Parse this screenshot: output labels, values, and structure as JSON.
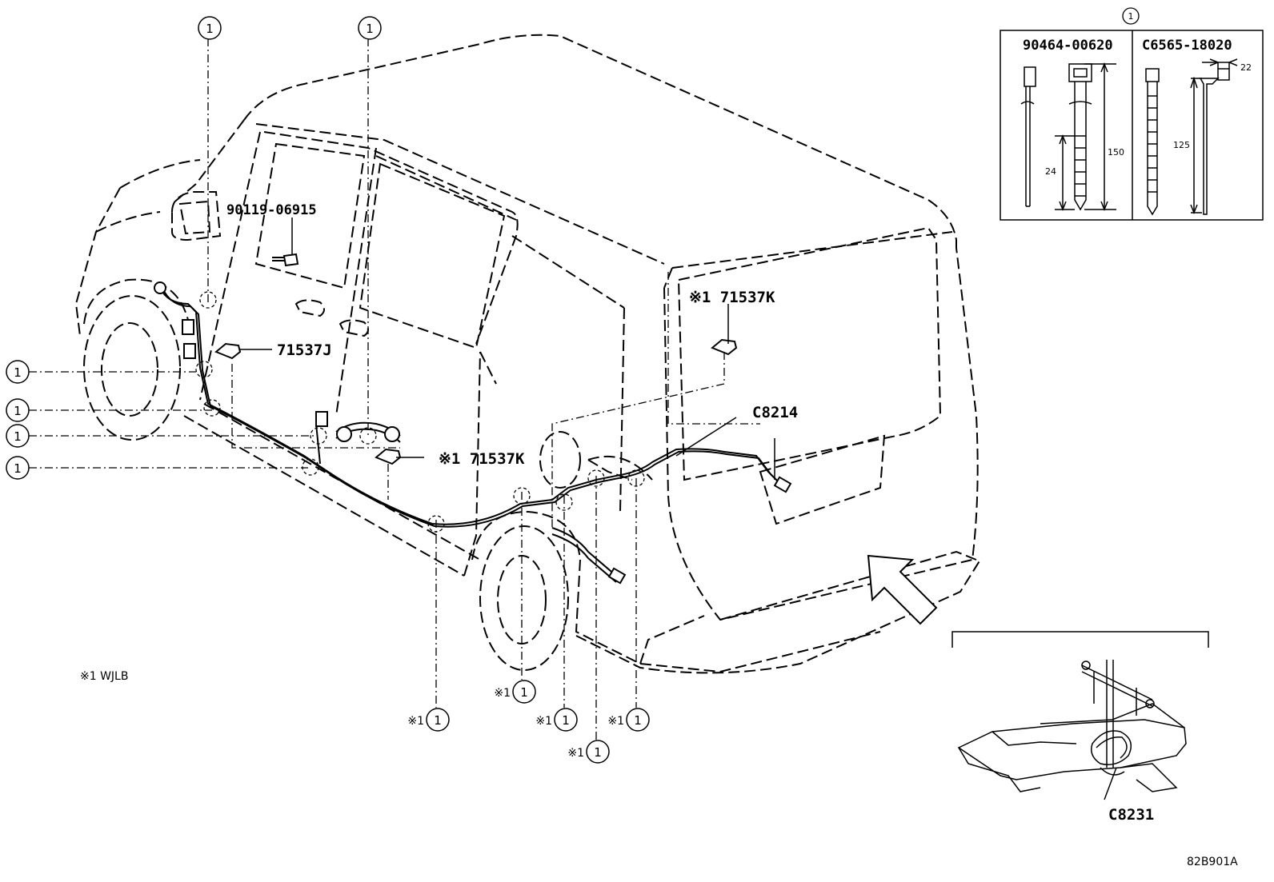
{
  "part_labels": {
    "bolt": "90119-06915",
    "clamp_j": "71537J",
    "clamp_k_top": "※1 71537K",
    "clamp_k_mid": "※1 71537K",
    "connector_rear": "C8214",
    "connector_spare": "C8231"
  },
  "inset": {
    "header_mark": "①",
    "tie1_part": "90464-00620",
    "tie1_dim_total": "150",
    "tie1_dim_short": "24",
    "tie2_part": "C6565-18020",
    "tie2_dim_top": "22",
    "tie2_dim_total": "125"
  },
  "callouts": {
    "circle_one": "1",
    "star_prefix": "※1"
  },
  "note": "※1 WJLB",
  "drawing_code": "82B901A"
}
